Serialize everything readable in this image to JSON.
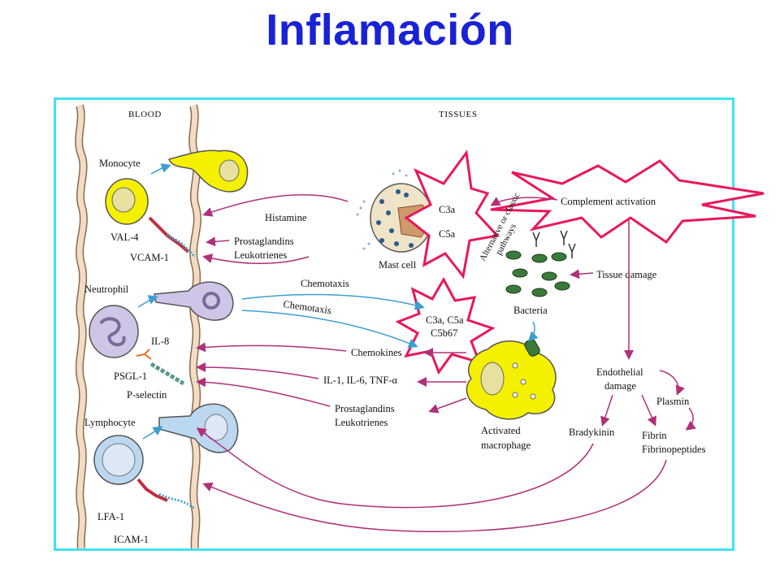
{
  "slide": {
    "title": "Inflamación"
  },
  "diagram": {
    "regions": {
      "blood": "BLOOD",
      "tissues": "TISSUES"
    },
    "cells": {
      "monocyte": "Monocyte",
      "neutrophil": "Neutrophil",
      "lymphocyte": "Lymphocyte",
      "mast_cell": "Mast cell",
      "activated_macrophage_line1": "Activated",
      "activated_macrophage_line2": "macrophage",
      "bacteria": "Bacteria"
    },
    "adhesion": {
      "val4": "VAL-4",
      "vcam1": "VCAM-1",
      "il8": "IL-8",
      "psgl1": "PSGL-1",
      "pselectin": "P-selectin",
      "lfa1": "LFA-1",
      "icam1": "ICAM-1"
    },
    "mediators": {
      "histamine": "Histamine",
      "prostaglandins_1": "Prostaglandins",
      "leukotrienes_1": "Leukotrienes",
      "chemotaxis_1": "Chemotaxis",
      "chemotaxis_2": "Chemotaxis",
      "chemokines": "Chemokines",
      "cytokines": "IL-1, IL-6, TNF-α",
      "prostaglandins_2": "Prostaglandins",
      "leukotrienes_2": "Leukotrienes"
    },
    "complement": {
      "c3a": "C3a",
      "c5a": "C5a",
      "c3a_c5a": "C3a, C5a",
      "c5b67": "C5b67",
      "complement_activation": "Complement activation",
      "pathways_line1": "Alternative or classic",
      "pathways_line2": "pathways"
    },
    "damage": {
      "tissue_damage": "Tissue damage",
      "endothelial_1": "Endothelial",
      "endothelial_2": "damage",
      "plasmin": "Plasmin",
      "bradykinin": "Bradykinin",
      "fibrin": "Fibrin",
      "fibrinopeptides": "Fibrinopeptides"
    },
    "colors": {
      "title": "#1a22d6",
      "frame": "#3fe3f0",
      "arrow_magenta": "#b0307a",
      "arrow_blue": "#3b9fd0",
      "starburst": "#e8185a",
      "cell_yellow": "#f5f000",
      "cell_blue": "#bcd8f0",
      "cell_lavender": "#cfc5e6",
      "vessel": "#f2dcc4"
    }
  }
}
